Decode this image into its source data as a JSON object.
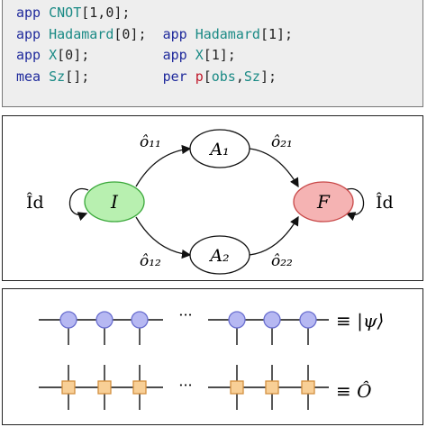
{
  "code": {
    "lines": [
      [
        {
          "t": "app",
          "c": "kw"
        },
        {
          "t": " ",
          "c": "pu"
        },
        {
          "t": "CNOT",
          "c": "fn"
        },
        {
          "t": "[1,0];",
          "c": "pu"
        }
      ],
      [
        {
          "t": "app",
          "c": "kw"
        },
        {
          "t": " ",
          "c": "pu"
        },
        {
          "t": "Hadamard",
          "c": "fn"
        },
        {
          "t": "[0];  ",
          "c": "pu"
        },
        {
          "t": "app",
          "c": "kw"
        },
        {
          "t": " ",
          "c": "pu"
        },
        {
          "t": "Hadamard",
          "c": "fn"
        },
        {
          "t": "[1];",
          "c": "pu"
        }
      ],
      [
        {
          "t": "app",
          "c": "kw"
        },
        {
          "t": " ",
          "c": "pu"
        },
        {
          "t": "X",
          "c": "fn"
        },
        {
          "t": "[0];         ",
          "c": "pu"
        },
        {
          "t": "app",
          "c": "kw"
        },
        {
          "t": " ",
          "c": "pu"
        },
        {
          "t": "X",
          "c": "fn"
        },
        {
          "t": "[1];",
          "c": "pu"
        }
      ],
      [
        {
          "t": "mea",
          "c": "kw"
        },
        {
          "t": " ",
          "c": "pu"
        },
        {
          "t": "Sz",
          "c": "fn"
        },
        {
          "t": "[];         ",
          "c": "pu"
        },
        {
          "t": "per",
          "c": "kw"
        },
        {
          "t": " ",
          "c": "pu"
        },
        {
          "t": "p",
          "c": "red"
        },
        {
          "t": "[",
          "c": "pu"
        },
        {
          "t": "obs",
          "c": "fn"
        },
        {
          "t": ",",
          "c": "pu"
        },
        {
          "t": "Sz",
          "c": "fn"
        },
        {
          "t": "];",
          "c": "pu"
        }
      ]
    ]
  },
  "graph": {
    "nodes": {
      "initial": "I",
      "a1": "A₁",
      "a2": "A₂",
      "final": "F"
    },
    "edges": {
      "o11": "ô₁₁",
      "o21": "ô₂₁",
      "o12": "ô₁₂",
      "o22": "ô₂₂"
    },
    "loops": {
      "left": "Îd",
      "right": "Îd"
    },
    "colors": {
      "initial_fill": "#b8f0b0",
      "initial_stroke": "#3aa83a",
      "final_fill": "#f5b3b3",
      "final_stroke": "#c84848"
    }
  },
  "tensor_network": {
    "ellipsis": "···",
    "mps_label": "≡ |ψ⟩",
    "mpo_label": "≡ Ô",
    "colors": {
      "mps_node": "#b6b8f2",
      "mps_stroke": "#6a6fd0",
      "mpo_node": "#f8cf96",
      "mpo_stroke": "#d29040"
    }
  }
}
